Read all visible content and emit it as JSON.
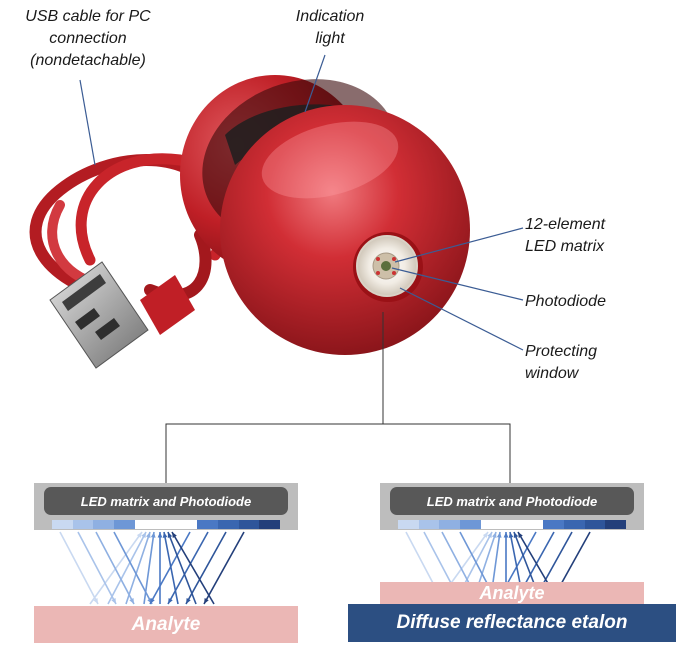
{
  "labels": {
    "usb_cable": [
      "USB cable for PC",
      "connection",
      "(nondetachable)"
    ],
    "indication_light": [
      "Indication",
      "light"
    ],
    "led_matrix": [
      "12-element",
      "LED matrix"
    ],
    "photodiode": "Photodiode",
    "protecting_window": [
      "Protecting",
      "window"
    ]
  },
  "left_panel": {
    "inner_label": "LED matrix and Photodiode",
    "sample_label": "Analyte"
  },
  "right_panel": {
    "inner_label": "LED matrix and Photodiode",
    "analyte_label": "Analyte",
    "etalon_label": "Diffuse reflectance etalon"
  },
  "colors": {
    "device_red": "#c8222a",
    "analyte_pink": "#ebb7b5",
    "etalon_blue": "#2c4f82",
    "panel_gray": "#bdbdbd",
    "inner_gray": "#585858",
    "led_light": [
      "#c9d9f1",
      "#a9c3ea",
      "#8fb0e2",
      "#6e97d6"
    ],
    "led_dark": [
      "#4a78c4",
      "#3a66b0",
      "#2e559a",
      "#233f7a"
    ]
  },
  "icons": [
    "usb-plug-icon",
    "device-body-icon",
    "led-window-icon"
  ]
}
